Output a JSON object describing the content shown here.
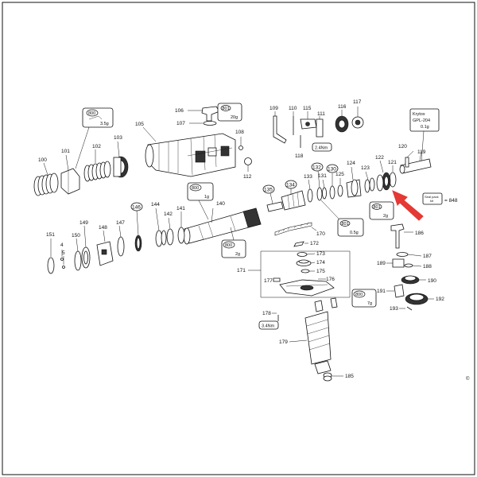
{
  "labels": {
    "p100": "100",
    "p101": "101",
    "p102": "102",
    "p103": "103",
    "p105": "105",
    "p106": "106",
    "p107": "107",
    "p108": "108",
    "p109": "109",
    "p110": "110",
    "p111": "111",
    "p112": "112",
    "p115": "115",
    "p116": "116",
    "p117": "117",
    "p118": "118",
    "p119": "119",
    "p120": "120",
    "p121": "121",
    "p122": "122",
    "p123": "123",
    "p124": "124",
    "p125": "125",
    "p130": "130",
    "p131": "131",
    "p132": "132",
    "p133": "133",
    "p134": "134",
    "p135": "135",
    "p140": "140",
    "p141": "141",
    "p142": "142",
    "p144": "144",
    "p146": "146",
    "p147": "147",
    "p148": "148",
    "p149": "149",
    "p150": "150",
    "p151": "151",
    "p170": "170",
    "p171": "171",
    "p172": "172",
    "p173": "173",
    "p174": "174",
    "p175": "175",
    "p176": "176",
    "p177": "177",
    "p178": "178",
    "p179": "179",
    "p185": "185",
    "p186": "186",
    "p187": "187",
    "p188": "188",
    "p189": "189",
    "p190": "190",
    "p191": "191",
    "p192": "192",
    "p193": "193",
    "p4": "4",
    "p5": "5"
  },
  "badges": {
    "b800_35": {
      "code": "800",
      "amount": "3.5g"
    },
    "b801_20": {
      "code": "801",
      "amount": "20g"
    },
    "b800_1": {
      "code": "800",
      "amount": "1g"
    },
    "b800_2": {
      "code": "800",
      "amount": "2g"
    },
    "b801_05": {
      "code": "801",
      "amount": "0.5g"
    },
    "b801_2": {
      "code": "801",
      "amount": "2g"
    },
    "b800_7": {
      "code": "800",
      "amount": "7g"
    }
  },
  "torque": {
    "t24": "2.4Nm",
    "t34": "3.4Nm"
  },
  "krytox": {
    "line1": "Krytox",
    "line2": "GPL-204",
    "line3": "0.1g"
  },
  "seal_kit": {
    "text1": "Seal pack",
    "text2": "kit",
    "equals": "= 848"
  },
  "colors": {
    "arrow": "#e53935",
    "ink": "#111111"
  }
}
